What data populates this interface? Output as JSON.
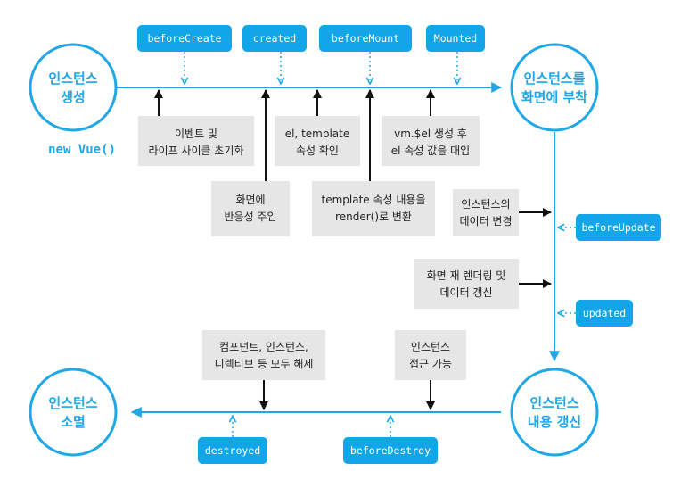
{
  "colors": {
    "accent": "#1fa7e8",
    "hook_bg": "#12a6e8",
    "note_bg": "#e6e6e6",
    "arrow": "#111111"
  },
  "states": {
    "create": [
      "인스턴스",
      "생성"
    ],
    "attach": [
      "인스턴스를",
      "화면에 부착"
    ],
    "update": [
      "인스턴스",
      "내용 갱신"
    ],
    "destroy": [
      "인스턴스",
      "소멸"
    ]
  },
  "new_vue": "new Vue()",
  "hooks": {
    "before_create": "beforeCreate",
    "created": "created",
    "before_mount": "beforeMount",
    "mounted": "Mounted",
    "before_update": "beforeUpdate",
    "updated": "updated",
    "destroyed": "destroyed",
    "before_destroy": "beforeDestroy"
  },
  "notes": {
    "init_events": [
      "이벤트 및",
      "라이프 사이클 초기화"
    ],
    "inject_reactivity": [
      "화면에",
      "반응성 주입"
    ],
    "check_el_template": [
      "el, template",
      "속성 확인"
    ],
    "template_to_render": [
      "template 속성 내용을",
      "render()로 변환"
    ],
    "vm_el_create": [
      "vm.$el 생성 후",
      "el 속성 값을 대입"
    ],
    "data_change": [
      "인스턴스의",
      "데이터 변경"
    ],
    "rerender": [
      "화면 재 렌더링 및",
      "데이터 갱신"
    ],
    "teardown": [
      "컴포넌트, 인스턴스,",
      "디렉티브 등 모두 해제"
    ],
    "accessible": [
      "인스턴스",
      "접근 가능"
    ]
  }
}
